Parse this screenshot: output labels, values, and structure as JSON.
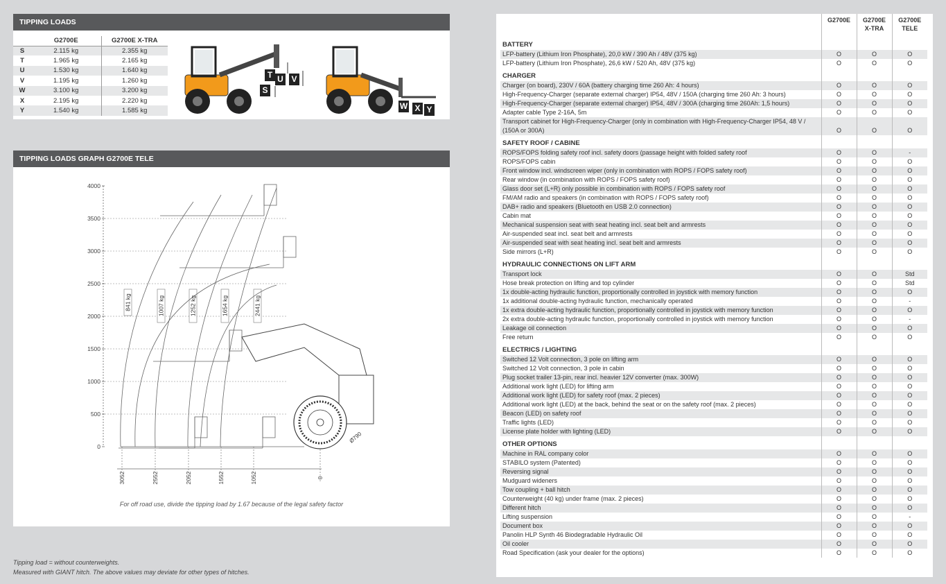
{
  "tipping_loads": {
    "title": "TIPPING LOADS",
    "col1": "G2700E",
    "col2": "G2700E X-TRA",
    "rows": [
      {
        "letter": "S",
        "a": "2.115 kg",
        "b": "2.355 kg"
      },
      {
        "letter": "T",
        "a": "1.965 kg",
        "b": "2.165 kg"
      },
      {
        "letter": "U",
        "a": "1.530 kg",
        "b": "1.640 kg"
      },
      {
        "letter": "V",
        "a": "1.195 kg",
        "b": "1.260 kg"
      },
      {
        "letter": "W",
        "a": "3.100 kg",
        "b": "3.200 kg"
      },
      {
        "letter": "X",
        "a": "2.195 kg",
        "b": "2.220 kg"
      },
      {
        "letter": "Y",
        "a": "1.540 kg",
        "b": "1.585 kg"
      }
    ],
    "markers1": [
      "T",
      "U",
      "V",
      "S"
    ],
    "markers2": [
      "W",
      "X",
      "Y"
    ]
  },
  "graph": {
    "title": "TIPPING LOADS GRAPH G2700E TELE",
    "y_ticks": [
      "4000",
      "3500",
      "3000",
      "2500",
      "2000",
      "1500",
      "1000",
      "500",
      "0"
    ],
    "x_ticks": [
      "3052",
      "2552",
      "2052",
      "1552",
      "1052",
      "0"
    ],
    "loads": [
      "841 kg",
      "1007 kg",
      "1252 kg",
      "1654 kg",
      "2441 kg"
    ],
    "wheel_label": "Ø790",
    "note": "For off road use, divide the tipping load by 1.67 because of the legal safety factor"
  },
  "footnotes": {
    "line1": "Tipping load = without counterweights.",
    "line2": "Measured with GIANT hitch. The above values may deviate for other types of hitches."
  },
  "options": {
    "headers": [
      "G2700E",
      "G2700E X-TRA",
      "G2700E TELE"
    ],
    "sections": [
      {
        "title": "BATTERY",
        "rows": [
          {
            "d": "LFP-battery (Lithium Iron Phosphate), 20,0 kW / 390 Ah / 48V (375 kg)",
            "v": [
              "O",
              "O",
              "O"
            ]
          },
          {
            "d": "LFP-battery (Lithium Iron Phosphate), 26,6 kW / 520 Ah, 48V (375 kg)",
            "v": [
              "O",
              "O",
              "O"
            ]
          }
        ]
      },
      {
        "title": "CHARGER",
        "rows": [
          {
            "d": "Charger (on board), 230V / 60A (battery charging time 260 Ah: 4 hours)",
            "v": [
              "O",
              "O",
              "O"
            ]
          },
          {
            "d": "High-Frequency-Charger (separate external charger) IP54, 48V / 150A (charging time 260 Ah: 3 hours)",
            "v": [
              "O",
              "O",
              "O"
            ]
          },
          {
            "d": "High-Frequency-Charger (separate external charger) IP54, 48V / 300A (charging time 260Ah: 1,5 hours)",
            "v": [
              "O",
              "O",
              "O"
            ]
          },
          {
            "d": "Adapter cable Type 2-16A, 5m",
            "v": [
              "O",
              "O",
              "O"
            ]
          },
          {
            "d": "Transport cabinet for High-Frequency-Charger (only in combination with High-Frequency-Charger IP54, 48 V / (150A or 300A)",
            "v": [
              "O",
              "O",
              "O"
            ],
            "tall": true
          }
        ]
      },
      {
        "title": "SAFETY ROOF / CABINE",
        "rows": [
          {
            "d": "ROPS/FOPS folding safety roof incl. safety doors (passage height with folded safety roof",
            "v": [
              "O",
              "O",
              "-"
            ]
          },
          {
            "d": "ROPS/FOPS cabin",
            "v": [
              "O",
              "O",
              "O"
            ]
          },
          {
            "d": "Front window incl. windscreen wiper (only in combination with ROPS / FOPS safety roof)",
            "v": [
              "O",
              "O",
              "O"
            ]
          },
          {
            "d": "Rear window (in combination with ROPS / FOPS safety roof)",
            "v": [
              "O",
              "O",
              "O"
            ]
          },
          {
            "d": "Glass door set (L+R) only possible in combination with ROPS / FOPS safety roof",
            "v": [
              "O",
              "O",
              "O"
            ]
          },
          {
            "d": "FM/AM radio and speakers (in combination with ROPS / FOPS safety roof)",
            "v": [
              "O",
              "O",
              "O"
            ]
          },
          {
            "d": "DAB+ radio and speakers (Bluetooth en USB 2.0 connection)",
            "v": [
              "O",
              "O",
              "O"
            ]
          },
          {
            "d": "Cabin mat",
            "v": [
              "O",
              "O",
              "O"
            ]
          },
          {
            "d": "Mechanical suspension seat with seat heating incl. seat belt and armrests",
            "v": [
              "O",
              "O",
              "O"
            ]
          },
          {
            "d": "Air-suspended seat incl. seat belt and armrests",
            "v": [
              "O",
              "O",
              "O"
            ]
          },
          {
            "d": "Air-suspended seat with seat heating incl. seat belt and armrests",
            "v": [
              "O",
              "O",
              "O"
            ]
          },
          {
            "d": "Side mirrors (L+R)",
            "v": [
              "O",
              "O",
              "O"
            ]
          }
        ]
      },
      {
        "title": "HYDRAULIC CONNECTIONS ON LIFT ARM",
        "rows": [
          {
            "d": "Transport lock",
            "v": [
              "O",
              "O",
              "Std"
            ]
          },
          {
            "d": "Hose break protection on lifting and top cylinder",
            "v": [
              "O",
              "O",
              "Std"
            ]
          },
          {
            "d": "1x double-acting hydraulic function, proportionally controlled in joystick with memory function",
            "v": [
              "O",
              "O",
              "O"
            ]
          },
          {
            "d": "1x additional double-acting hydraulic function, mechanically operated",
            "v": [
              "O",
              "O",
              "-"
            ]
          },
          {
            "d": "1x extra double-acting hydraulic function, proportionally controlled in joystick with memory function",
            "v": [
              "O",
              "O",
              "O"
            ]
          },
          {
            "d": "2x extra double-acting hydraulic function, proportionally controlled in joystick with memory function",
            "v": [
              "O",
              "O",
              "-"
            ]
          },
          {
            "d": "Leakage oil connection",
            "v": [
              "O",
              "O",
              "O"
            ]
          },
          {
            "d": "Free return",
            "v": [
              "O",
              "O",
              "O"
            ]
          }
        ]
      },
      {
        "title": "ELECTRICS / LIGHTING",
        "rows": [
          {
            "d": "Switched 12 Volt connection, 3 pole on lifting arm",
            "v": [
              "O",
              "O",
              "O"
            ]
          },
          {
            "d": "Switched 12 Volt connection, 3 pole in cabin",
            "v": [
              "O",
              "O",
              "O"
            ]
          },
          {
            "d": "Plug socket trailer 13-pin, rear incl. heavier 12V converter (max. 300W)",
            "v": [
              "O",
              "O",
              "O"
            ]
          },
          {
            "d": "Additional work light (LED) for lifting arm",
            "v": [
              "O",
              "O",
              "O"
            ]
          },
          {
            "d": "Additional work light (LED) for safety roof (max. 2 pieces)",
            "v": [
              "O",
              "O",
              "O"
            ]
          },
          {
            "d": "Additional work light (LED) at the back, behind the seat or on the safety roof (max. 2 pieces)",
            "v": [
              "O",
              "O",
              "O"
            ]
          },
          {
            "d": "Beacon (LED) on safety roof",
            "v": [
              "O",
              "O",
              "O"
            ]
          },
          {
            "d": "Traffic lights (LED)",
            "v": [
              "O",
              "O",
              "O"
            ]
          },
          {
            "d": "License plate holder with lighting (LED)",
            "v": [
              "O",
              "O",
              "O"
            ]
          }
        ]
      },
      {
        "title": "OTHER OPTIONS",
        "rows": [
          {
            "d": "Machine in RAL company color",
            "v": [
              "O",
              "O",
              "O"
            ]
          },
          {
            "d": "STABILO system (Patented)",
            "v": [
              "O",
              "O",
              "O"
            ]
          },
          {
            "d": "Reversing signal",
            "v": [
              "O",
              "O",
              "O"
            ]
          },
          {
            "d": "Mudguard wideners",
            "v": [
              "O",
              "O",
              "O"
            ]
          },
          {
            "d": "Tow coupling + ball hitch",
            "v": [
              "O",
              "O",
              "O"
            ]
          },
          {
            "d": "Counterweight (40 kg) under frame (max. 2 pieces)",
            "v": [
              "O",
              "O",
              "O"
            ]
          },
          {
            "d": "Different hitch",
            "v": [
              "O",
              "O",
              "O"
            ]
          },
          {
            "d": "Lifting suspension",
            "v": [
              "O",
              "O",
              "-"
            ]
          },
          {
            "d": "Document box",
            "v": [
              "O",
              "O",
              "O"
            ]
          },
          {
            "d": "Panolin HLP Synth 46 Biodegradable Hydraulic Oil",
            "v": [
              "O",
              "O",
              "O"
            ]
          },
          {
            "d": "Oil cooler",
            "v": [
              "O",
              "O",
              "O"
            ]
          },
          {
            "d": "Road Specification (ask your dealer for the options)",
            "v": [
              "O",
              "O",
              "O"
            ]
          }
        ]
      }
    ]
  }
}
